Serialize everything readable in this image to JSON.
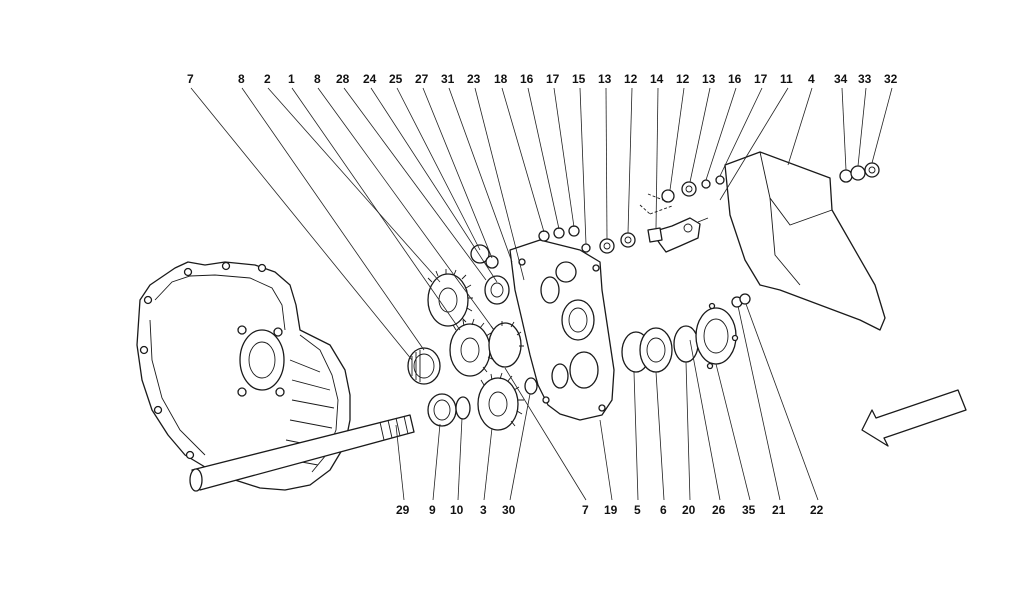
{
  "diagram": {
    "top_labels": [
      "7",
      "8",
      "2",
      "1",
      "8",
      "28",
      "24",
      "25",
      "27",
      "31",
      "23",
      "18",
      "16",
      "17",
      "15",
      "13",
      "12",
      "14",
      "12",
      "13",
      "16",
      "17",
      "11",
      "4",
      "34",
      "33",
      "32"
    ],
    "bottom_labels": [
      "29",
      "9",
      "10",
      "3",
      "30",
      "7",
      "19",
      "5",
      "6",
      "20",
      "26",
      "35",
      "21",
      "22"
    ]
  },
  "icons": {
    "direction": "arrow-down-left-icon"
  }
}
